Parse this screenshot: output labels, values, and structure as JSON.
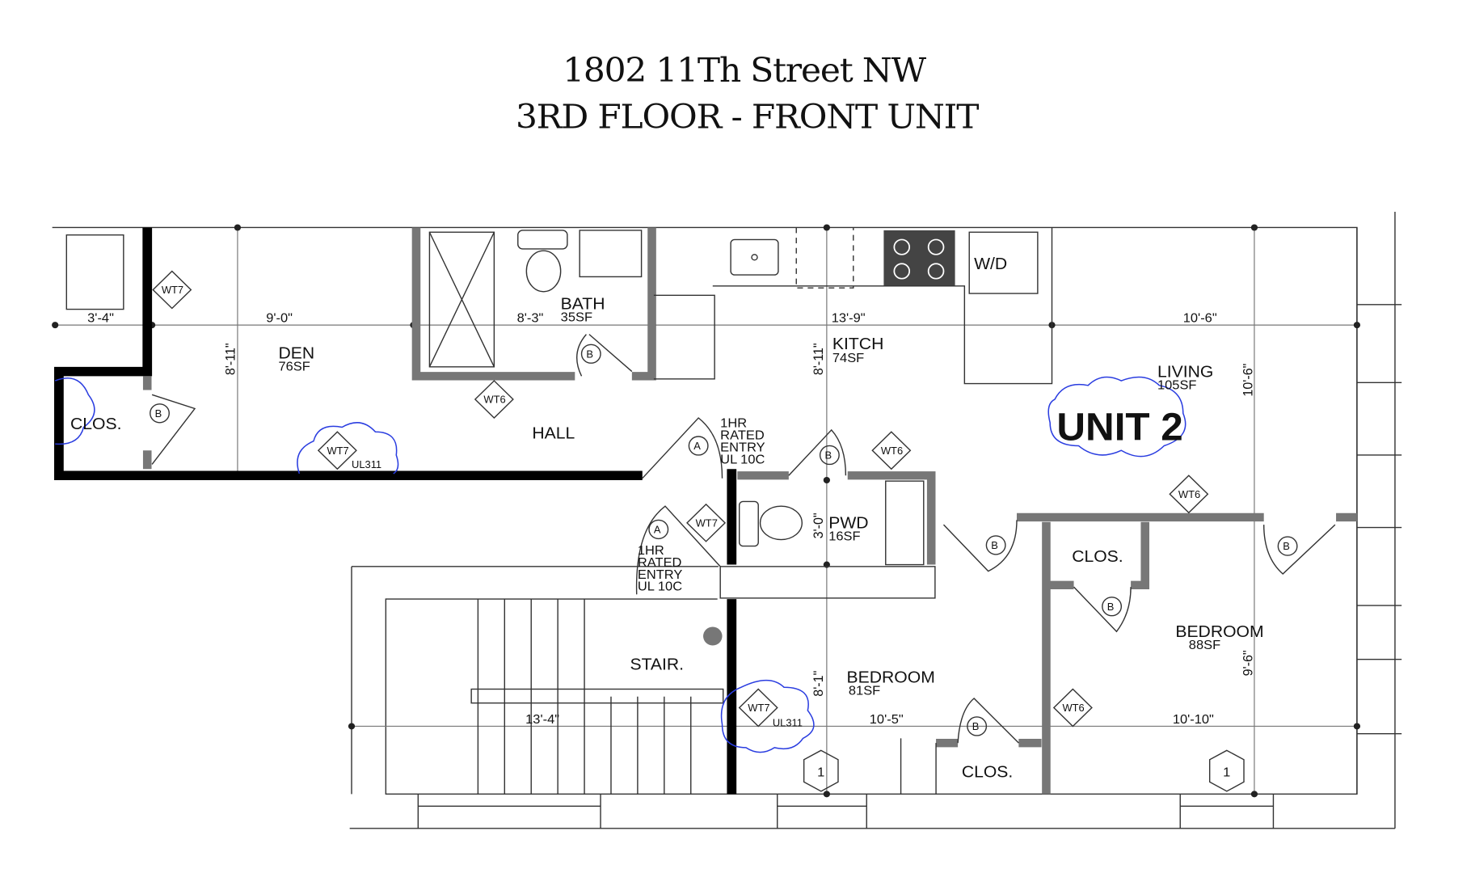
{
  "title": {
    "line1": "1802 11Th Street NW",
    "line2": "3RD FLOOR - FRONT UNIT"
  },
  "unit_label": "UNIT 2",
  "rooms": {
    "den": {
      "name": "DEN",
      "area": "76SF"
    },
    "bath": {
      "name": "BATH",
      "area": "35SF"
    },
    "kitch": {
      "name": "KITCH",
      "area": "74SF"
    },
    "living": {
      "name": "LIVING",
      "area": "105SF"
    },
    "hall": {
      "name": "HALL"
    },
    "pwd": {
      "name": "PWD",
      "area": "16SF"
    },
    "bedroom1": {
      "name": "BEDROOM",
      "area": "81SF"
    },
    "bedroom2": {
      "name": "BEDROOM",
      "area": "88SF"
    },
    "stair": {
      "name": "STAIR."
    },
    "clos_left": "CLOS.",
    "clos_mid": "CLOS.",
    "clos_bottom": "CLOS.",
    "wd": "W/D"
  },
  "dimensions": {
    "d1": "3'-4\"",
    "d2": "9'-0\"",
    "d3": "8'-3\"",
    "d4": "13'-9\"",
    "d5": "10'-6\"",
    "v1": "8'-11\"",
    "v2": "8'-11\"",
    "v3": "10'-6\"",
    "v4": "3'-0\"",
    "v5": "8'-1\"",
    "v6": "9'-6\"",
    "d6": "13'-4\"",
    "d7": "10'-5\"",
    "d8": "10'-10\""
  },
  "entry_notes": {
    "upper": [
      "1HR",
      "RATED",
      "ENTRY",
      "UL 10C"
    ],
    "lower": [
      "1HR",
      "RATED",
      "ENTRY",
      "UL 10C"
    ]
  },
  "tags": {
    "wt7": "WT7",
    "wt6": "WT6",
    "ul311": "UL311",
    "door_a": "A",
    "door_b": "B",
    "hex": "1"
  }
}
